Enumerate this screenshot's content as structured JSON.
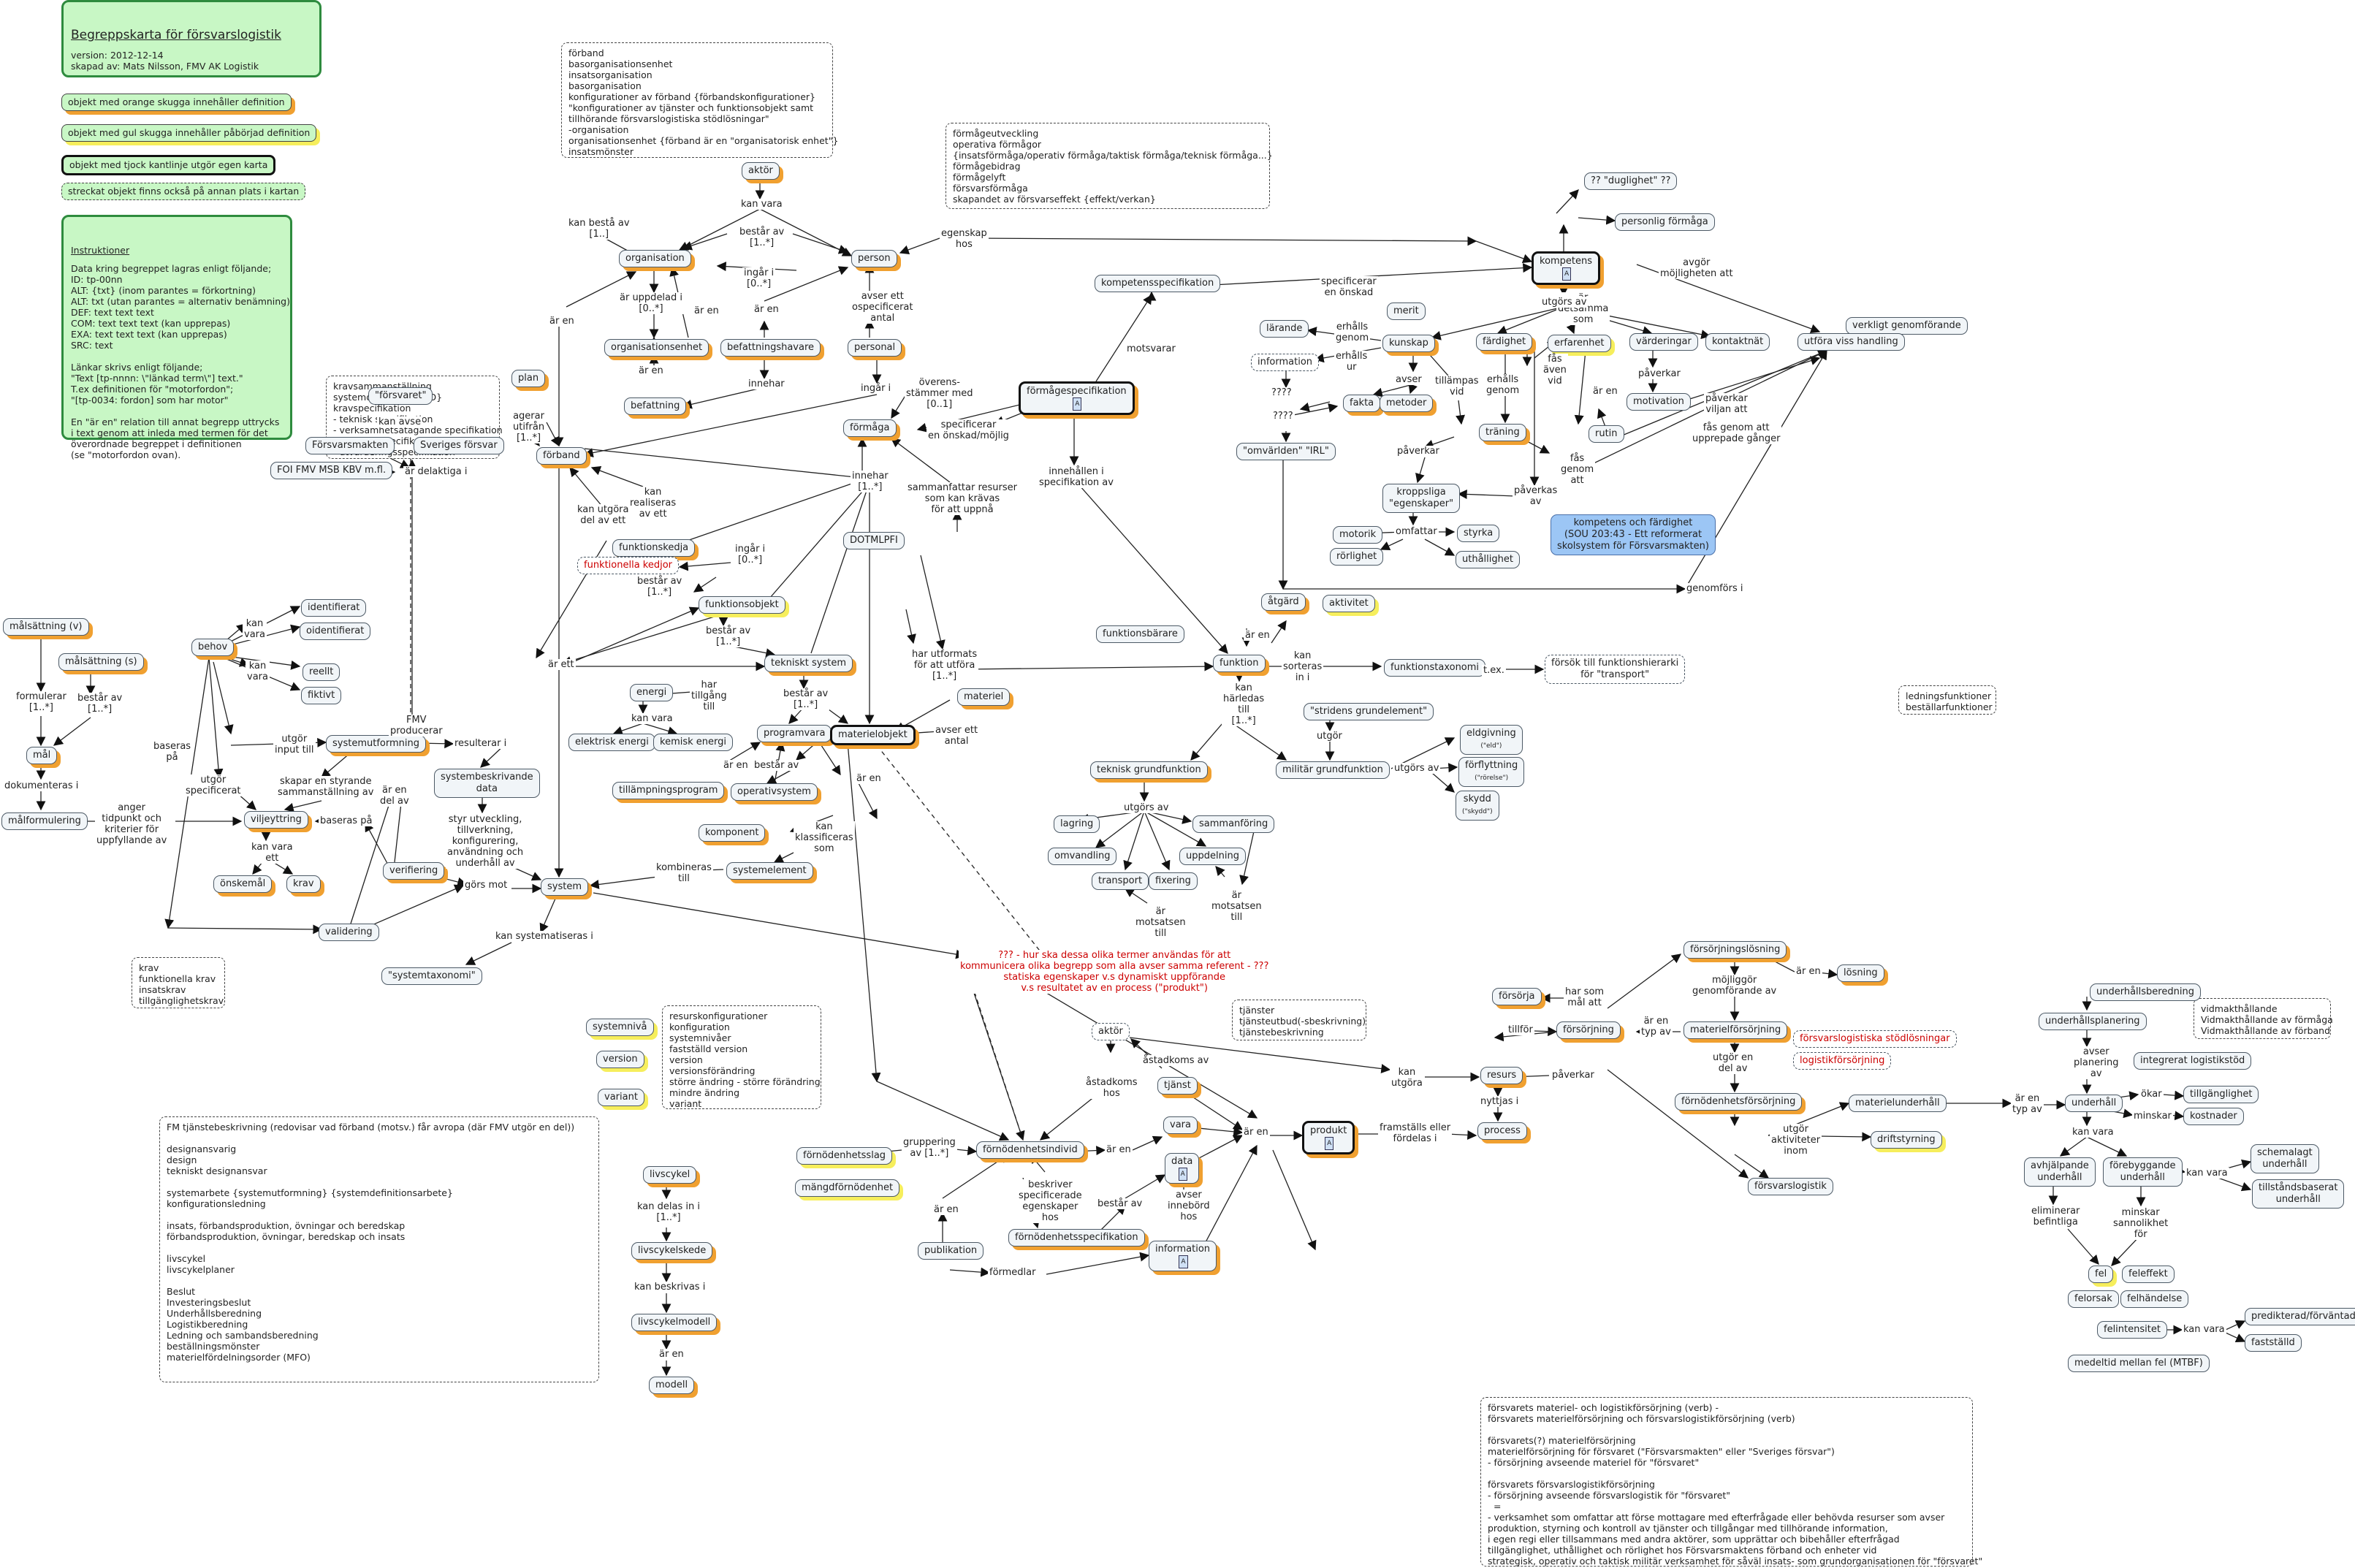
{
  "header": {
    "title": "Begreppskarta för försvarslogistik",
    "version": "version: 2012-12-14",
    "author": "skapad av: Mats Nilsson, FMV AK Logistik"
  },
  "legend": {
    "orange": "objekt med orange skugga innehåller definition",
    "yellow": "objekt med gul skugga innehåller påbörjad definition",
    "thick": "objekt med tjock kantlinje utgör egen karta",
    "dashed": "streckat objekt finns också på annan plats i kartan"
  },
  "instructions": {
    "title": "Instruktioner",
    "body": "Data kring begreppet lagras enligt följande;\nID: tp-00nn\nALT: {txt} (inom parantes = förkortning)\nALT: txt (utan parantes = alternativ benämning)\nDEF: text text text\nCOM: text text text (kan upprepas)\nEXA: text text text (kan upprepas)\nSRC: text\n\nLänkar skrivs enligt följande;\n\"Text [tp-nnnn: \\\"länkad term\\\"] text.\"\nT.ex definitionen för \"motorfordon\";\n\"[tp-0034: fordon] som har motor\"\n\nEn \"är en\" relation till annat begrepp uttrycks\ni text genom att inleda med termen för det\növerordnade begreppet i definitionen\n(se \"motorfordon ovan)."
  },
  "notes": {
    "forband": "förband\nbasorganisationsenhet\ninsatsorganisation\nbasorganisation\nkonfigurationer av förband {förbandskonfigurationer}\n\"konfigurationer av tjänster och funktionsobjekt samt\ntillhörande försvarslogistiska stödlösningar\"\n-organisation\norganisationsenhet {förband är en \"organisatorisk enhet\"}\ninsatsmönster",
    "formaga": "förmågeutveckling\noperativa förmågor\n{insatsförmåga/operativ förmåga/taktisk förmåga/teknisk förmåga...}\nförmågebidrag\nförmågelyft\nförsvarsförmåga\nskapandet av försvarseffekt {effekt/verkan}",
    "krav": "kravsammanställning\nsystemdefinition {SYD}\nkravspecifikation\n- teknisk specifikation\n- verksamhetsåtagande specifikation\n- gränsytespecifikation\n- utvärderingsspecifikation",
    "krav2": "krav\nfunktionella krav\ninsatskrav\ntillgänglighetskrav",
    "resurs": "resurskonfigurationer\nkonfiguration\nsystemnivåer\nfastställd version\nversion\nversionsförändring\nstörre ändring - större förändring\nmindre ändring\nvariant",
    "tjanster": "tjänster\ntjänsteutbud(-sbeskrivning)\ntjänstebeskrivning",
    "ledning": "ledningsfunktioner\nbeställarfunktioner",
    "vidmakt": "vidmakthållande\nVidmakthållande av förmåga\nVidmakthållande av förband",
    "fm": "FM tjänstebeskrivning (redovisar vad förband (motsv.) får avropa (där FMV utgör en del))\n\ndesignansvarig\ndesign\ntekniskt designansvar\n\nsystemarbete {systemutformning} {systemdefinitionsarbete}\nkonfigurationsledning\n\ninsats, förbandsproduktion, övningar och beredskap\nförbandsproduktion, övningar, beredskap och insats\n\nlivscykel\nlivscykelplaner\n\nBeslut\nInvesteringsbeslut\nUnderhållsberedning\nLogistikberedning\nLedning och sambandsberedning\nbeställningsmönster\nmaterielfördelningsorder (MFO)",
    "forsvar": "försvarets materiel- och logistikförsörjning (verb) -\nförsvarets materielförsörjning och försvarslogistikförsörjning (verb)\n\nförsvarets(?) materielförsörjning\nmaterielförsörjning för försvaret (\"Försvarsmakten\" eller \"Sveriges försvar\")\n- försörjning avseende materiel för \"försvaret\"\n\nförsvarets försvarslogistikförsörjning\n- försörjning avseende försvarslogistik för \"försvaret\"\n  =\n- verksamhet som omfattar att förse mottagare med efterfrågade eller behövda resurser som avser\nproduktion, styrning och kontroll av tjänster och tillgångar med tillhörande information,\ni egen regi eller tillsammans med andra aktörer, som upprättar och bibehåller efterfrågad\ntillgänglighet, uthållighet och rörlighet hos Försvarsmaktens förband och enheter vid\nstrategisk, operativ och taktisk militär verksamhet för såväl insats- som grundorganisationen för \"försvaret\""
  },
  "nodes": {
    "aktor": "aktör",
    "organisation": "organisation",
    "person": "person",
    "organisationsenhet": "organisationsenhet",
    "befattningshavare": "befattningshavare",
    "personal": "personal",
    "befattning": "befattning",
    "forband": "förband",
    "plan": "plan",
    "formaga": "förmåga",
    "formagespecifikation": "förmågespecifikation",
    "kompetensspecifikation": "kompetensspecifikation",
    "kompetens": "kompetens",
    "duglighet": "?? \"duglighet\" ??",
    "personlig_formaga": "personlig förmåga",
    "merit": "merit",
    "larande": "lärande",
    "information_d": "information",
    "kunskap": "kunskap",
    "fardighet": "färdighet",
    "erfarenhet": "erfarenhet",
    "varderingar": "värderingar",
    "kontaktnat": "kontaktnät",
    "verkligt": "verkligt genomförande",
    "utfora": "utföra viss handling",
    "fakta": "fakta",
    "metoder": "metoder",
    "motivation": "motivation",
    "rutin": "rutin",
    "traning": "träning",
    "omvarlden": "\"omvärlden\" \"IRL\"",
    "kroppsliga": "kroppsliga\n\"egenskaper\"",
    "motorik": "motorik",
    "styrka": "styrka",
    "rorlighet": "rörlighet",
    "uthallighet": "uthållighet",
    "kompetens_sou": "kompetens och färdighet\n(SOU 203:43 - Ett reformerat\nskolsystem för Försvarsmakten)",
    "forsvaret_q": "\"försvaret\"",
    "forsvarsmakten": "Försvarsmakten",
    "sveriges_forsvar": "Sveriges försvar",
    "foi": "FOI FMV MSB KBV m.fl.",
    "dotmlpfi": "DOTMLPFI",
    "funktionskedja": "funktionskedja",
    "funktionella_kedjor": "funktionella kedjor",
    "funktionsobjekt": "funktionsobjekt",
    "tekniskt_system": "tekniskt system",
    "atgard": "åtgärd",
    "aktivitet": "aktivitet",
    "funktionsbarare": "funktionsbärare",
    "funktion": "funktion",
    "funktionstaxonomi": "funktionstaxonomi",
    "forsok": "försök till funktionshierarki\nför \"transport\"",
    "stridens": "\"stridens grundelement\"",
    "militar_grundfunktion": "militär grundfunktion",
    "eldgivning": "eldgivning",
    "eldgivning_sub": "(\"eld\")",
    "forflyttning": "förflyttning",
    "forflyttning_sub": "(\"rörelse\")",
    "skydd": "skydd",
    "skydd_sub": "(\"skydd\")",
    "teknisk_grundfunktion": "teknisk grundfunktion",
    "lagring": "lagring",
    "sammanforing": "sammanföring",
    "omvandling": "omvandling",
    "uppdelning": "uppdelning",
    "transport": "transport",
    "fixering": "fixering",
    "energi": "energi",
    "elektrisk_energi": "elektrisk energi",
    "kemisk_energi": "kemisk energi",
    "programvara": "programvara",
    "materielobjekt": "materielobjekt",
    "materiel": "materiel",
    "tillampningsprogram": "tillämpningsprogram",
    "operativsystem": "operativsystem",
    "komponent": "komponent",
    "systemelement": "systemelement",
    "system": "system",
    "systemtaxonomi": "\"systemtaxonomi\"",
    "malsattning_v": "målsättning (v)",
    "malsattning_s": "målsättning (s)",
    "mal": "mål",
    "malformulering": "målformulering",
    "behov": "behov",
    "identifierat": "identifierat",
    "oidentifierat": "oidentifierat",
    "reellt": "reellt",
    "fiktivt": "fiktivt",
    "systemutformning": "systemutformning",
    "systembeskrivande": "systembeskrivande\ndata",
    "viljeyttring": "viljeyttring",
    "verifiering": "verifiering",
    "validering": "validering",
    "onskemal": "önskemål",
    "krav": "krav",
    "systemniva": "systemnivå",
    "version": "version",
    "variant": "variant",
    "livscykel": "livscykel",
    "livscykelskede": "livscykelskede",
    "livscykelmodell": "livscykelmodell",
    "modell": "modell",
    "aktor2": "aktör",
    "tjanst": "tjänst",
    "vara": "vara",
    "data": "data",
    "information2": "information",
    "produkt": "produkt",
    "fornodenhetsslag": "förnödenhetsslag",
    "mangdfornodenhet": "mängdförnödenhet",
    "fornodenhetsindivid": "förnödenhetsindivid",
    "fornodenhetsspecifikation": "förnödenhetsspecifikation",
    "publikation": "publikation",
    "resurs": "resurs",
    "process": "process",
    "forsorja": "försörja",
    "forsorjning": "försörjning",
    "forsorjningslosning": "försörjningslösning",
    "losning": "lösning",
    "materielforsorjning": "materielförsörjning",
    "fornodenhetsforsorjning": "förnödenhetsförsörjning",
    "fls_stod": "försvarslogistiska stödlösningar",
    "logistikforsorjning": "logistikförsörjning",
    "forsvarslogistik": "försvarslogistik",
    "driftstyrning": "driftstyrning",
    "materielunderhall": "materielunderhåll",
    "underhall": "underhåll",
    "underhallsberedning": "underhållsberedning",
    "underhallsplanering": "underhållsplanering",
    "integrerat": "integrerat logistikstöd",
    "tillganglighet": "tillgänglighet",
    "kostnader": "kostnader",
    "avhjalpande": "avhjälpande\nunderhåll",
    "forebyggande": "förebyggande\nunderhåll",
    "schemalagt": "schemalagt\nunderhåll",
    "tillstandsbaserat": "tillståndsbaserat\nunderhåll",
    "fel": "fel",
    "felorsak": "felorsak",
    "felhandelse": "felhändelse",
    "feleffekt": "feleffekt",
    "felintensitet": "felintensitet",
    "predikterad": "predikterad/förväntad",
    "faststalld": "fastställd",
    "mtbf": "medeltid mellan fel (MTBF)",
    "mittfraga": "??? - hur ska dessa olika termer användas för att\nkommunicera olika begrepp som alla avser samma referent - ???\nstatiska egenskaper v.s dynamiskt uppförande\nv.s resultatet av en process (\"produkt\")"
  },
  "edge_labels": {
    "kan_vara": "kan vara",
    "bestar_av_1": "består av\n[1..*]",
    "kan_besta_av": "kan bestå av\n[1..]",
    "ingar_i_0": "ingår i\n[0..*]",
    "ar_uppdelad": "är uppdelad i\n[0..*]",
    "ar_en": "är en",
    "avser_ett": "avser ett\nospecificerat\nantal",
    "innehar": "innehar",
    "ingar_i": "ingår i",
    "egenskap_hos": "egenskap\nhos",
    "overensstammer": "överens-\nstämmer med\n[0..1]",
    "specificerar_onskad": "specificerar\nen önskad/möjlig",
    "motsvarar": "motsvarar",
    "specificerar_en_onskad": "specificerar\nen önskad",
    "agerar_utifran": "agerar\nutifrån\n[1..*]",
    "kan_avse": "kan avse",
    "ar_delaktiga": "är delaktiga i",
    "kan_realiseras": "kan\nrealiseras\nav ett",
    "kan_utgora": "kan utgöra\ndel av ett",
    "innehar_1": "innehar\n[1..*]",
    "sammanfattar": "sammanfattar resurser\nsom kan krävas\nför att uppnå",
    "innehallen": "innehållen i\nspecifikation av",
    "ar_detsamma": "är\ndetsamma\nsom",
    "avgor": "avgör\nmöjligheten att",
    "utgors_av": "utgörs av",
    "erhalls_genom": "erhålls\ngenom",
    "erhalls_ur": "erhålls\nur",
    "tillampas_vid": "tillämpas\nvid",
    "erhalls_genom2": "erhålls\ngenom",
    "fas_aven_vid": "fås\näven\nvid",
    "paverkar": "påverkar",
    "paverkar_viljan": "påverkar\nviljan att",
    "fas_genom_att": "fås genom att\nupprepade gånger",
    "fas_genom_att2": "fås\ngenom\natt",
    "paverkas_av": "påverkas\nav",
    "omfattar": "omfattar",
    "avser": "avser",
    "genomfors_i": "genomförs i",
    "ingar_i_0b": "ingår i\n[0..*]",
    "bestar_av_1b": "består av\n[1..*]",
    "har_utformats": "har utformats\nför att utföra\n[1..*]",
    "kan_sorteras": "kan\nsorteras\nin i",
    "kan_harledas": "kan\nhärledas\ntill\n[1..*]",
    "tex": "t.ex.",
    "utgor": "utgör",
    "har_tillgang": "har\ntillgång\ntill",
    "bestar_av_1c": "består av\n[1..*]",
    "avser_ett_antal": "avser ett\nantal",
    "kan_klassificeras": "kan\nklassificeras\nsom",
    "kombineras_till": "kombineras\ntill",
    "gors_mot": "görs mot",
    "kan_systematiseras": "kan systematiseras i",
    "ar_motsatsen_1": "är\nmotsatsen\ntill",
    "ar_motsatsen_2": "är\nmotsatsen\ntill",
    "formulerar": "formulerar\n[1..*]",
    "bestar_av_1d": "består av\n[1..*]",
    "dokumenteras": "dokumenteras i",
    "anger": "anger\ntidpunkt och\nkriterier för\nuppfyllande av",
    "kan_vara_behov": "kan\nvara",
    "baseras_pa": "baseras\npå",
    "utgor_input": "utgör\ninput till",
    "utgor_specificerat": "utgör\nspecificerat",
    "skapar": "skapar en styrande\nsammanställning av",
    "ar_en_del": "är en\ndel av",
    "baseras_pa2": "baseras på",
    "kan_vara_ett": "kan vara\nett",
    "resulterar": "resulterar i",
    "styr": "styr utveckling,\ntillverkning,\nkonfigurering,\nanvändning och\nunderhåll av",
    "fmv_producerar": "FMV\nproducerar",
    "kan_delas": "kan delas in i\n[1..*]",
    "kan_beskrivas": "kan beskrivas i",
    "astadkoms_av": "åstadkoms av",
    "astadkoms_hos": "åstadkoms\nhos",
    "kan_utgora_2": "kan\nutgöra",
    "nyttjas_i": "nyttjas i",
    "framstalls": "framställs eller\nfördelas i",
    "gruppering": "gruppering\nav [1..*]",
    "beskriver": "beskriver\nspecificerade\negenskaper\nhos",
    "bestar_av": "består av",
    "avser_innebord": "avser\ninnebörd\nhos",
    "formedlar": "förmedlar",
    "har_som_mal": "har som\nmål att",
    "mojliggor": "möjliggör\ngenomförande av",
    "tillfor": "tillför",
    "ar_en_typ": "är en\ntyp av",
    "utgor_aktiviteter": "utgör\naktiviteter\ninom",
    "okar": "ökar",
    "minskar": "minskar",
    "avser_planering": "avser\nplanering\nav",
    "eliminerar": "eliminerar\nbefintliga",
    "minskar_sannolikhet": "minskar\nsannolikhet\nför",
    "kan_vara_2": "kan vara",
    "ar_en_typ_av": "är en\ntyp av",
    "tttt": "????"
  }
}
